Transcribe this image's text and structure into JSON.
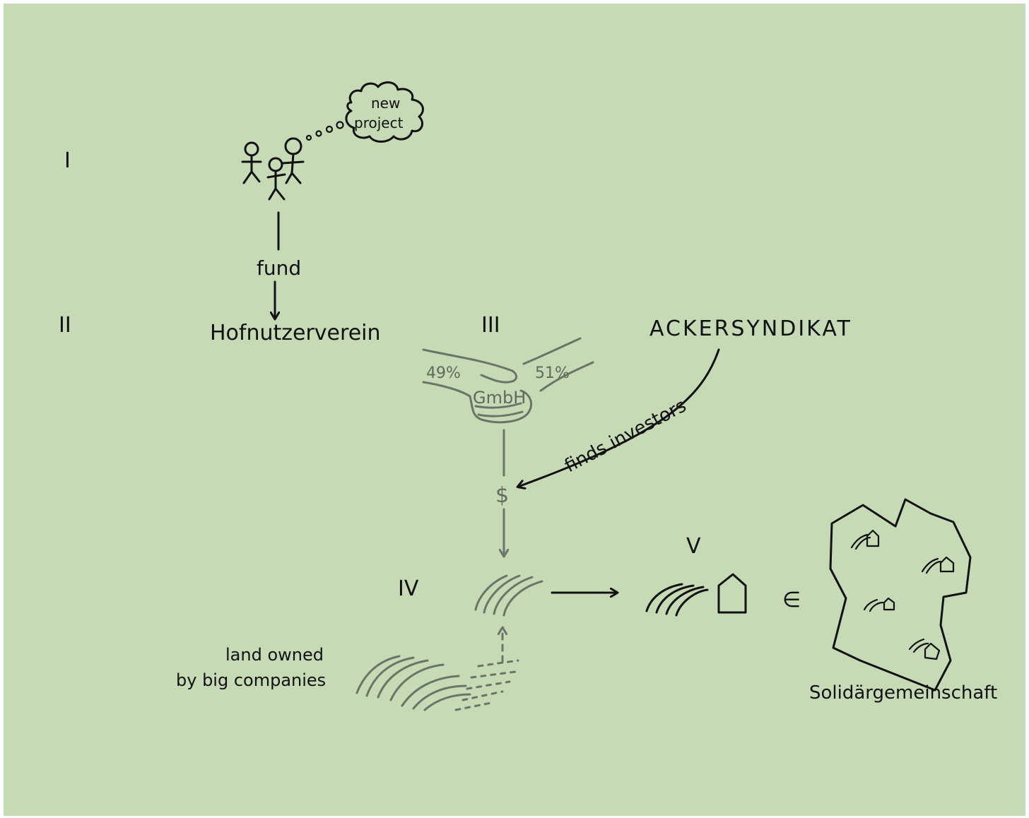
{
  "stages": {
    "i": "I",
    "ii": "II",
    "iii": "III",
    "iv": "IV",
    "v": "V"
  },
  "thought_bubble": {
    "line1": "new",
    "line2": "project"
  },
  "fund_label": "fund",
  "hofnutzerverein": "Hofnutzerverein",
  "ackersyndikat": "ACKERSYNDIKAT",
  "shares": {
    "left": "49%",
    "right": "51%"
  },
  "gmbh": "GmbH",
  "finds_investors": "finds investors",
  "dollar": "$",
  "land_owned": {
    "line1": "land owned",
    "line2": "by big companies"
  },
  "element_of": "∈",
  "solidargemeinschaft": "Solidärgemeinschaft",
  "colors": {
    "background": "#c6dab5",
    "ink": "#111111",
    "gray_ink": "#6b7567"
  }
}
